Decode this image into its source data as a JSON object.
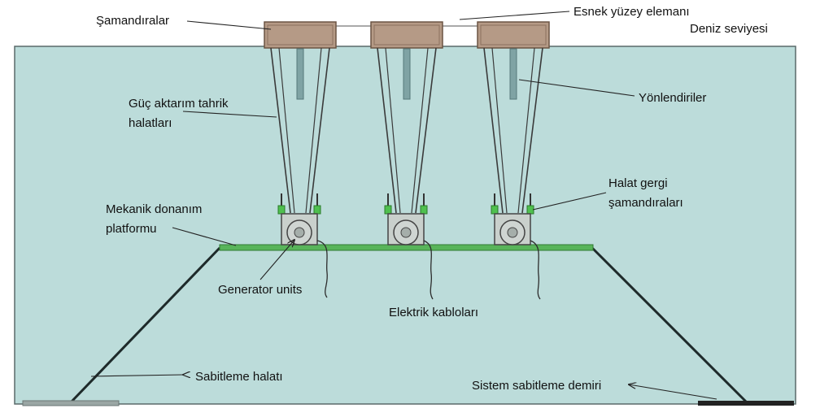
{
  "colors": {
    "sea": "#bcdcda",
    "sea_border": "#5a6a6a",
    "float": "#b59a86",
    "float_edge": "#6b5443",
    "platform": "#58b45a",
    "cable": "#2c2c2c",
    "anchor_rod": "#222222"
  },
  "labels": {
    "floats": "Şamandıralar",
    "flexible_surface": "Esnek yüzey elemanı",
    "sea_level": "Deniz seviyesi",
    "drive_ropes_line1": "Güç aktarım tahrik",
    "drive_ropes_line2": "halatları",
    "guides": "Yönlendiriler",
    "tension_floats_line1": "Halat gergi",
    "tension_floats_line2": "şamandıraları",
    "platform_line1": "Mekanik donanım",
    "platform_line2": "platformu",
    "generator_units": "Generator units",
    "electric_cables": "Elektrik kabloları",
    "mooring_rope": "Sabitleme halatı",
    "anchor_rod": "Sistem sabitleme demiri"
  },
  "icons": {
    "float": "rectangular-buoy",
    "generator": "generator-unit",
    "guide": "guide-rail"
  }
}
